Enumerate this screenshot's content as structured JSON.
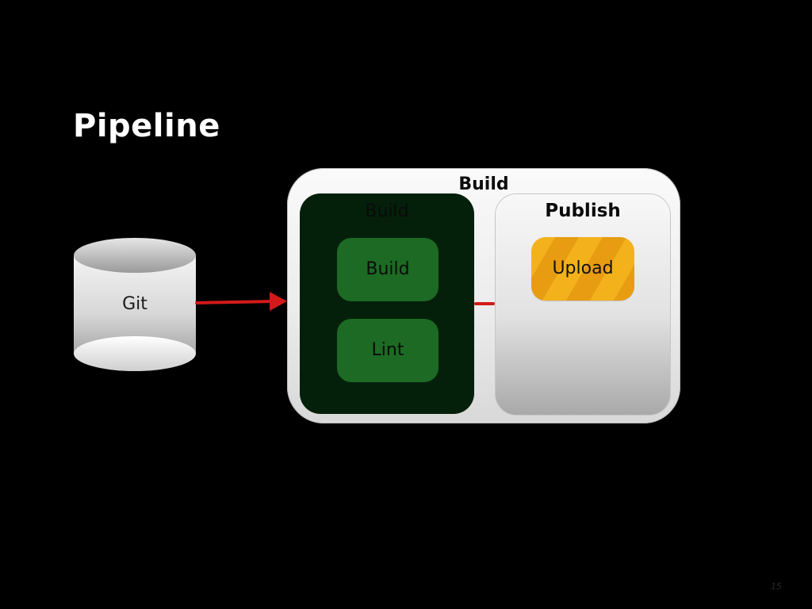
{
  "slide": {
    "title": "Pipeline",
    "page_number": "15"
  },
  "source": {
    "label": "Git",
    "icon": "database-cylinder-icon"
  },
  "pipeline": {
    "title": "Build",
    "stages": [
      {
        "name": "Build",
        "status": "running",
        "jobs": [
          {
            "label": "Build",
            "color": "#1c6a23"
          },
          {
            "label": "Lint",
            "color": "#1c6a23"
          }
        ]
      },
      {
        "name": "Publish",
        "status": "pending",
        "jobs": [
          {
            "label": "Upload",
            "color": "#f3b21c"
          }
        ]
      }
    ]
  },
  "colors": {
    "background": "#000000",
    "arrow": "#d21a1a",
    "build_stage": "#04200a",
    "build_job": "#1c6a23",
    "upload_job": "#f3b21c"
  }
}
